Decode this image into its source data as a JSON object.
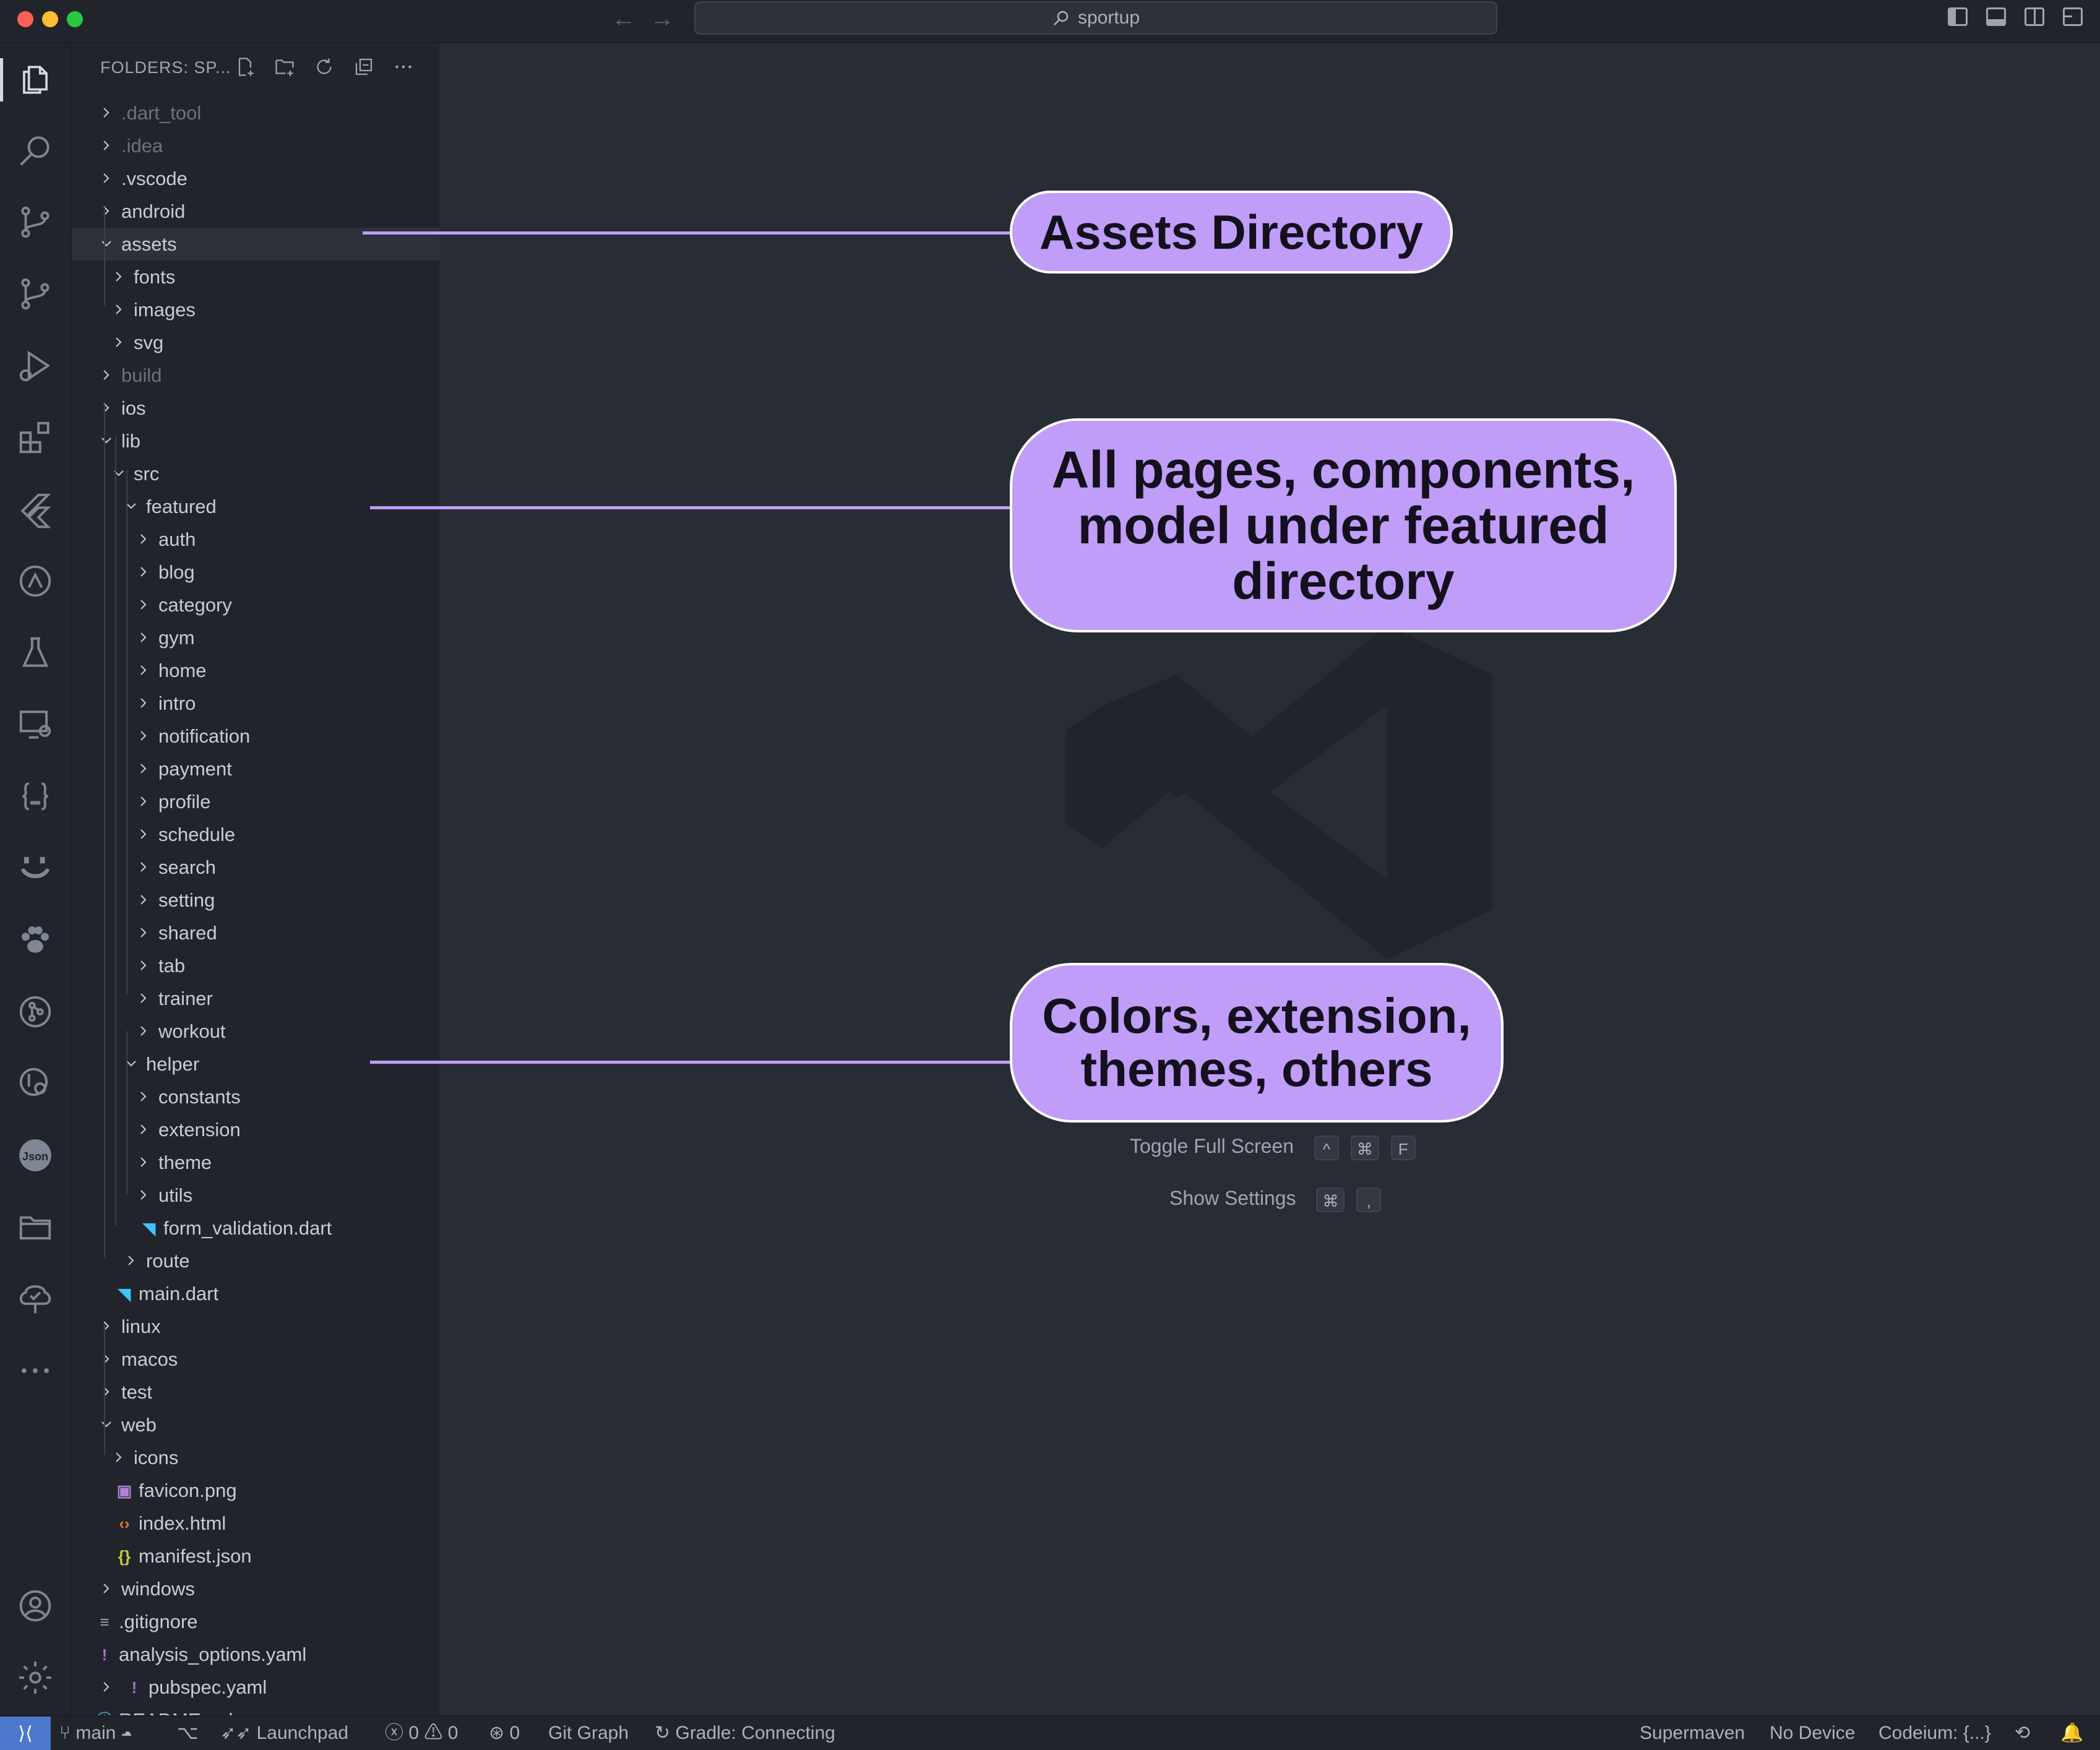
{
  "window": {
    "search_text": "sportup"
  },
  "sidebar": {
    "header": "FOLDERS: SP...",
    "tree": [
      {
        "label": ".dart_tool",
        "kind": "folder",
        "open": false,
        "depth": 0,
        "dim": true
      },
      {
        "label": ".idea",
        "kind": "folder",
        "open": false,
        "depth": 0,
        "dim": true
      },
      {
        "label": ".vscode",
        "kind": "folder",
        "open": false,
        "depth": 0
      },
      {
        "label": "android",
        "kind": "folder",
        "open": false,
        "depth": 0
      },
      {
        "label": "assets",
        "kind": "folder",
        "open": true,
        "depth": 0,
        "selected": true
      },
      {
        "label": "fonts",
        "kind": "folder",
        "open": false,
        "depth": 1
      },
      {
        "label": "images",
        "kind": "folder",
        "open": false,
        "depth": 1
      },
      {
        "label": "svg",
        "kind": "folder",
        "open": false,
        "depth": 1
      },
      {
        "label": "build",
        "kind": "folder",
        "open": false,
        "depth": 0,
        "dim": true
      },
      {
        "label": "ios",
        "kind": "folder",
        "open": false,
        "depth": 0
      },
      {
        "label": "lib",
        "kind": "folder",
        "open": true,
        "depth": 0
      },
      {
        "label": "src",
        "kind": "folder",
        "open": true,
        "depth": 1
      },
      {
        "label": "featured",
        "kind": "folder",
        "open": true,
        "depth": 2
      },
      {
        "label": "auth",
        "kind": "folder",
        "open": false,
        "depth": 3
      },
      {
        "label": "blog",
        "kind": "folder",
        "open": false,
        "depth": 3
      },
      {
        "label": "category",
        "kind": "folder",
        "open": false,
        "depth": 3
      },
      {
        "label": "gym",
        "kind": "folder",
        "open": false,
        "depth": 3
      },
      {
        "label": "home",
        "kind": "folder",
        "open": false,
        "depth": 3
      },
      {
        "label": "intro",
        "kind": "folder",
        "open": false,
        "depth": 3
      },
      {
        "label": "notification",
        "kind": "folder",
        "open": false,
        "depth": 3
      },
      {
        "label": "payment",
        "kind": "folder",
        "open": false,
        "depth": 3
      },
      {
        "label": "profile",
        "kind": "folder",
        "open": false,
        "depth": 3
      },
      {
        "label": "schedule",
        "kind": "folder",
        "open": false,
        "depth": 3
      },
      {
        "label": "search",
        "kind": "folder",
        "open": false,
        "depth": 3
      },
      {
        "label": "setting",
        "kind": "folder",
        "open": false,
        "depth": 3
      },
      {
        "label": "shared",
        "kind": "folder",
        "open": false,
        "depth": 3
      },
      {
        "label": "tab",
        "kind": "folder",
        "open": false,
        "depth": 3
      },
      {
        "label": "trainer",
        "kind": "folder",
        "open": false,
        "depth": 3
      },
      {
        "label": "workout",
        "kind": "folder",
        "open": false,
        "depth": 3
      },
      {
        "label": "helper",
        "kind": "folder",
        "open": true,
        "depth": 2
      },
      {
        "label": "constants",
        "kind": "folder",
        "open": false,
        "depth": 3
      },
      {
        "label": "extension",
        "kind": "folder",
        "open": false,
        "depth": 3
      },
      {
        "label": "theme",
        "kind": "folder",
        "open": false,
        "depth": 3
      },
      {
        "label": "utils",
        "kind": "folder",
        "open": false,
        "depth": 3
      },
      {
        "label": "form_validation.dart",
        "kind": "file",
        "icon": "dart-file-icon",
        "depth": 3
      },
      {
        "label": "route",
        "kind": "folder",
        "open": false,
        "depth": 2
      },
      {
        "label": "main.dart",
        "kind": "file",
        "icon": "dart-file-icon",
        "depth": 1
      },
      {
        "label": "linux",
        "kind": "folder",
        "open": false,
        "depth": 0
      },
      {
        "label": "macos",
        "kind": "folder",
        "open": false,
        "depth": 0
      },
      {
        "label": "test",
        "kind": "folder",
        "open": false,
        "depth": 0
      },
      {
        "label": "web",
        "kind": "folder",
        "open": true,
        "depth": 0
      },
      {
        "label": "icons",
        "kind": "folder",
        "open": false,
        "depth": 1
      },
      {
        "label": "favicon.png",
        "kind": "file",
        "icon": "image-file-icon",
        "depth": 1
      },
      {
        "label": "index.html",
        "kind": "file",
        "icon": "html-file-icon",
        "depth": 1
      },
      {
        "label": "manifest.json",
        "kind": "file",
        "icon": "json-file-icon",
        "depth": 1
      },
      {
        "label": "windows",
        "kind": "folder",
        "open": false,
        "depth": 0
      },
      {
        "label": ".gitignore",
        "kind": "file",
        "icon": "gitignore-file-icon",
        "depth": 0
      },
      {
        "label": "analysis_options.yaml",
        "kind": "file",
        "icon": "yaml-file-icon",
        "depth": 0
      },
      {
        "label": "pubspec.yaml",
        "kind": "folder-file",
        "icon": "yaml-file-icon",
        "depth": 0
      },
      {
        "label": "README.md",
        "kind": "file",
        "icon": "info-file-icon",
        "depth": 0
      }
    ]
  },
  "callouts": {
    "assets": [
      "Assets Directory"
    ],
    "featured": [
      "All pages, components,",
      "model under featured",
      "directory"
    ],
    "helper": [
      "Colors, extension,",
      "themes, others"
    ]
  },
  "shortcuts": [
    {
      "label": "Toggle Full Screen",
      "keys": [
        "^",
        "⌘",
        "F"
      ]
    },
    {
      "label": "Show Settings",
      "keys": [
        "⌘",
        ","
      ]
    }
  ],
  "statusbar": {
    "branch": "main",
    "launchpad": "Launchpad",
    "errors": "0",
    "warnings": "0",
    "ports": "0",
    "git_graph": "Git Graph",
    "gradle": "Gradle: Connecting",
    "supermaven": "Supermaven",
    "device": "No Device",
    "codeium": "Codeium: {...}"
  },
  "colors": {
    "accent": "#c09df8",
    "remote": "#4d78cc"
  }
}
